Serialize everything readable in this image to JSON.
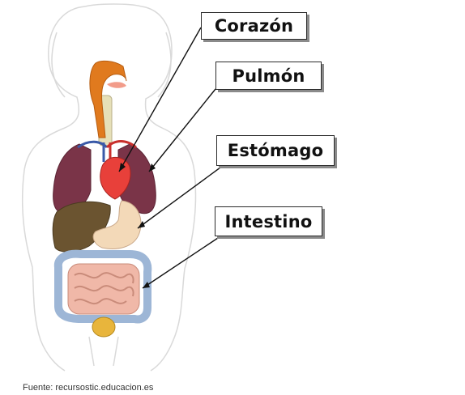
{
  "labels": {
    "heart": "Corazón",
    "lung": "Pulmón",
    "stomach": "Estómago",
    "intestine": "Intestino"
  },
  "source": "Fuente: recursostic.educacion.es",
  "colors": {
    "esophagus": "#e07a1e",
    "heart": "#e8403a",
    "lung": "#7a3448",
    "liver": "#6b5430",
    "stomach": "#f3d9b8",
    "intestine": "#f0b8a8",
    "colon": "#9db6d6",
    "bladder": "#e8b53c"
  }
}
